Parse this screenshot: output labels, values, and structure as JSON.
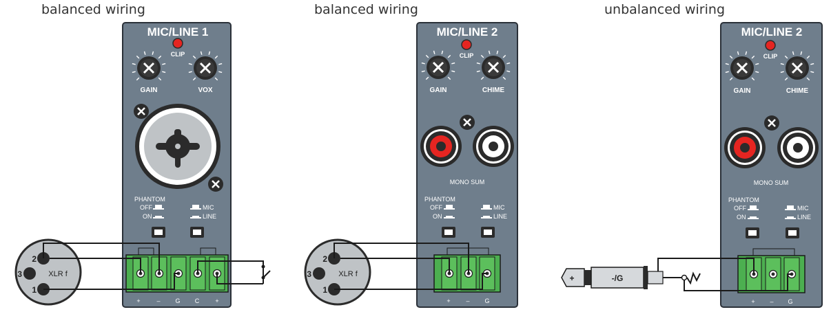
{
  "titles": [
    "balanced wiring",
    "balanced wiring",
    "unbalanced wiring"
  ],
  "panel1": {
    "title": "MIC/LINE 1",
    "clip": "CLIP",
    "knob_left": "GAIN",
    "knob_right": "VOX",
    "phantom": "PHANTOM",
    "off": "OFF",
    "on": "ON",
    "mic": "MIC",
    "line": "LINE",
    "pins": [
      "+",
      "–",
      "G",
      "C",
      "+"
    ]
  },
  "panel2": {
    "title": "MIC/LINE 2",
    "clip": "CLIP",
    "knob_left": "GAIN",
    "knob_right": "CHIME",
    "mono_sum": "MONO SUM",
    "phantom": "PHANTOM",
    "off": "OFF",
    "on": "ON",
    "mic": "MIC",
    "line": "LINE",
    "pins": [
      "+",
      "–",
      "G"
    ]
  },
  "panel3": {
    "title": "MIC/LINE 2",
    "clip": "CLIP",
    "knob_left": "GAIN",
    "knob_right": "CHIME",
    "mono_sum": "MONO SUM",
    "phantom": "PHANTOM",
    "off": "OFF",
    "on": "ON",
    "mic": "MIC",
    "line": "LINE",
    "pins": [
      "+",
      "–",
      "G"
    ]
  },
  "xlr": {
    "label": "XLR f",
    "pin1": "1",
    "pin2": "2",
    "pin3": "3"
  },
  "plug": {
    "tip": "+",
    "sleeve": "-/G"
  },
  "colors": {
    "panel": "#6f7e8c",
    "panel_border": "#2a3038",
    "terminal": "#4caf50",
    "clip_led": "#e52521",
    "rca_red": "#e52521"
  }
}
